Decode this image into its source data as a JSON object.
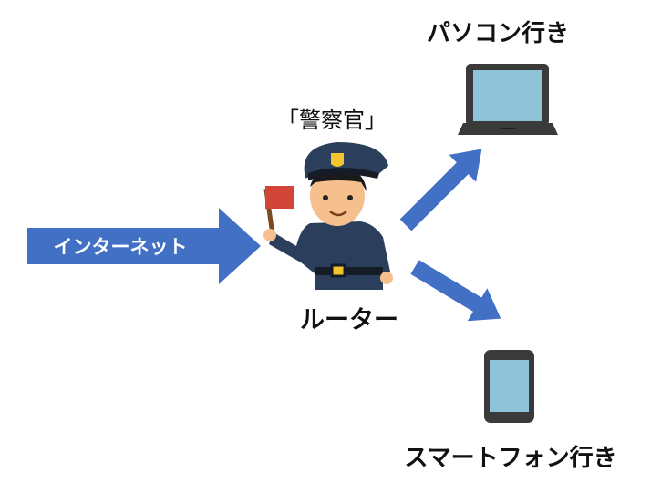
{
  "labels": {
    "internet": "インターネット",
    "police_caption": "「警察官」",
    "router": "ルーター",
    "pc_destination": "パソコン行き",
    "smartphone_destination": "スマートフォン行き"
  },
  "colors": {
    "arrow": "#4170c4",
    "uniform": "#2b3f5c",
    "screen": "#8fc3d8",
    "device": "#3a3a3a",
    "flag": "#d2463a"
  }
}
